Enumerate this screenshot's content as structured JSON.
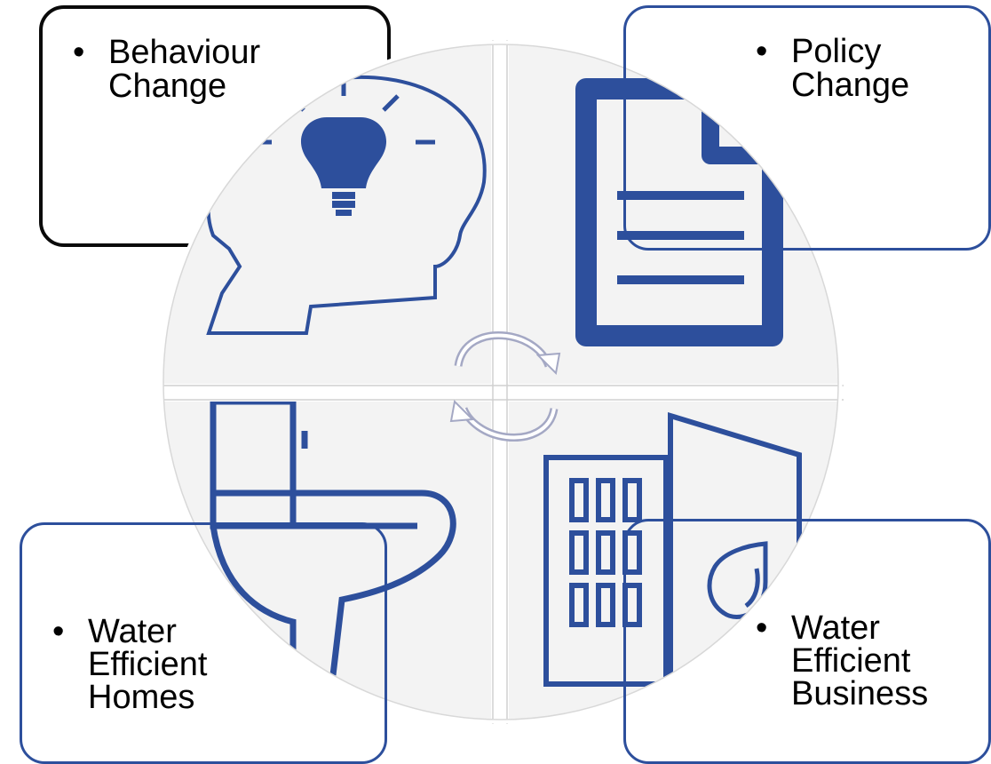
{
  "quadrants": [
    {
      "id": "behaviour",
      "lines": [
        "Behaviour",
        "Change"
      ],
      "icon": "head-lightbulb-icon"
    },
    {
      "id": "policy",
      "lines": [
        "Policy",
        "Change"
      ],
      "icon": "document-icon"
    },
    {
      "id": "homes",
      "lines": [
        "Water",
        "Efficient",
        "Homes"
      ],
      "icon": "toilet-icon"
    },
    {
      "id": "business",
      "lines": [
        "Water",
        "Efficient",
        "Business"
      ],
      "icon": "office-building-water-drop-icon"
    }
  ],
  "center_icon": "cycle-arrows-icon",
  "colors": {
    "accent": "#2d4f9c",
    "border_dark": "#0a0a0a",
    "circle_bg": "#f3f3f3"
  }
}
